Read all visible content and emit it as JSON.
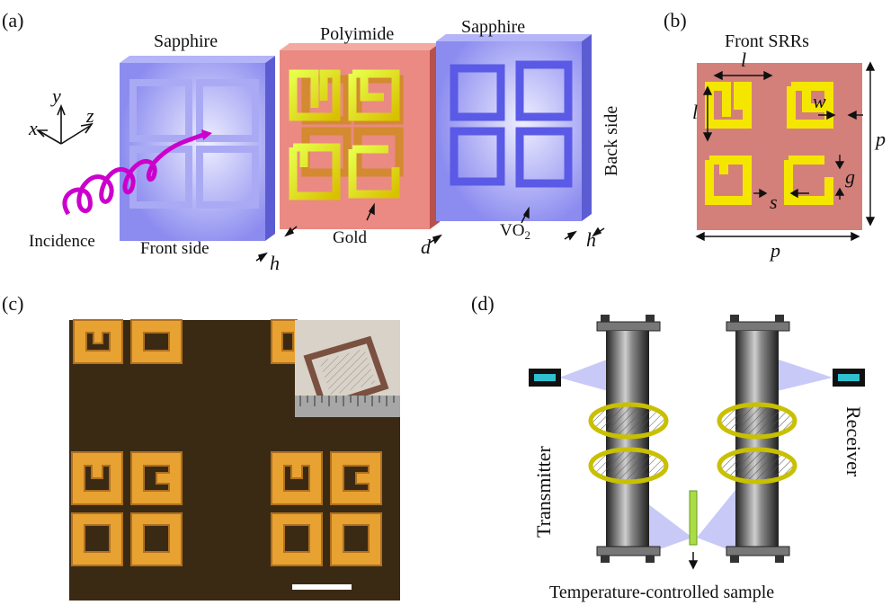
{
  "panel_a": {
    "label": "(a)",
    "left_title": "Sapphire",
    "middle_title": "Polyimide",
    "right_title": "Sapphire",
    "axis_x": "x",
    "axis_y": "y",
    "axis_z": "z",
    "incidence": "Incidence",
    "front_side": "Front side",
    "back_side": "Back side",
    "gold": "Gold",
    "vo2_base": "VO",
    "vo2_sub": "2",
    "h_left": "h",
    "d": "d",
    "h_right": "h"
  },
  "panel_b": {
    "label": "(b)",
    "title": "Front SRRs",
    "l_top": "l",
    "l_left": "l",
    "w": "w",
    "p_right": "p",
    "g": "g",
    "s": "s",
    "p_bottom": "p"
  },
  "panel_c": {
    "label": "(c)"
  },
  "panel_d": {
    "label": "(d)",
    "transmitter": "Transmitter",
    "receiver": "Receiver",
    "sample": "Temperature-controlled sample"
  },
  "colors": {
    "sapphire": "#8c8cf0",
    "polyimide": "#ea8a82",
    "gold": "#f5e600",
    "vo2": "#5a5ae6",
    "srr_bg": "#d4807a",
    "micro_bg": "#3a2a14",
    "micro_gold": "#e8a232",
    "beam": "#b8b8f5",
    "incidence_helix": "#cc00cc"
  }
}
